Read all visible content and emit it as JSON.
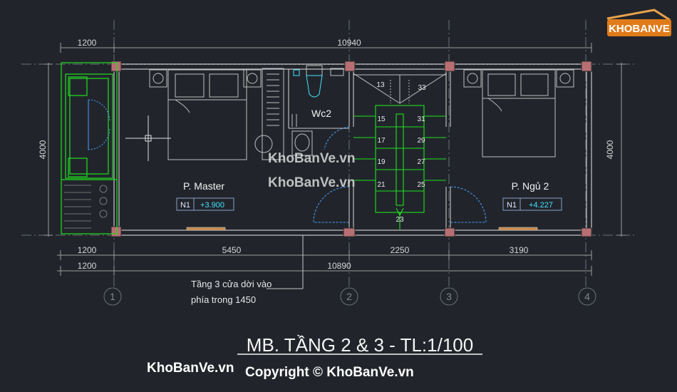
{
  "dimensions": {
    "top_left": "1200",
    "top_total": "10940",
    "left_height": "4000",
    "right_height": "4000",
    "bottom_seg1": "1200",
    "bottom_seg2": "5450",
    "bottom_seg3": "2250",
    "bottom_seg4": "3190",
    "bottom2_left": "1200",
    "bottom2_total": "10890"
  },
  "rooms": {
    "master": "P. Master",
    "wc": "Wc2",
    "bed2": "P. Ngủ 2"
  },
  "levels": {
    "master": {
      "tag": "N1",
      "value": "+3.900"
    },
    "bed2": {
      "tag": "N1",
      "value": "+4.227"
    }
  },
  "stairs": {
    "steps": [
      "13",
      "33",
      "15",
      "31",
      "17",
      "29",
      "19",
      "27",
      "21",
      "25",
      "23"
    ]
  },
  "axes": [
    "1",
    "2",
    "3",
    "4"
  ],
  "note": {
    "line1": "Tầng 3 cửa dời vào",
    "line2": "phía trong 1450"
  },
  "title": "MB. TẦNG 2 & 3 - TL:1/100",
  "watermark": {
    "text": "KhoBanVe.vn",
    "copyright": "Copyright © KhoBanVe.vn"
  },
  "logo": {
    "text": "KHOBANVE"
  },
  "colors": {
    "background": "#21252b",
    "wall": "#c8c8c8",
    "green": "#1fe01f",
    "cyan": "#44e0ff",
    "column": "#b86f74"
  }
}
